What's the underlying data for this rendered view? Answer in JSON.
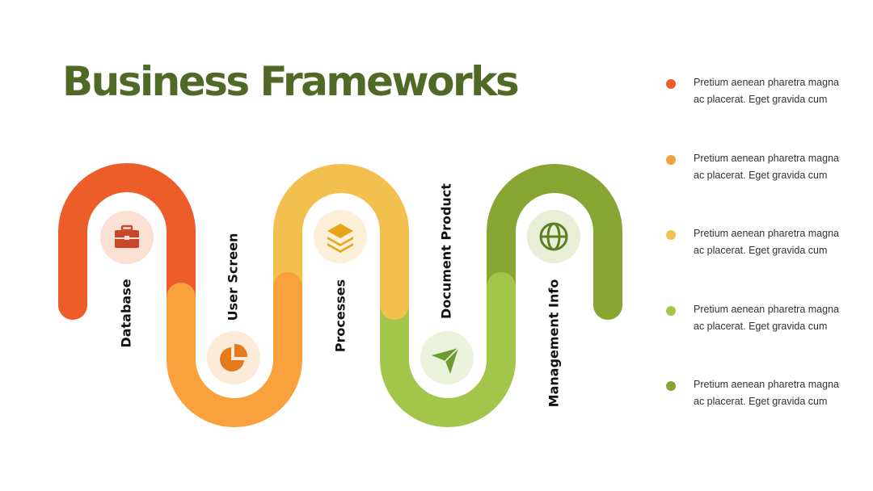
{
  "title": "Business Frameworks",
  "steps": [
    {
      "label": "Database",
      "icon": "briefcase-icon",
      "color": "#ec5d2a"
    },
    {
      "label": "User Screen",
      "icon": "pie-chart-icon",
      "color": "#f9a13c"
    },
    {
      "label": "Processes",
      "icon": "layers-icon",
      "color": "#f3c050"
    },
    {
      "label": "Document Product",
      "icon": "send-icon",
      "color": "#a2c64a"
    },
    {
      "label": "Management Info",
      "icon": "globe-icon",
      "color": "#86a532"
    }
  ],
  "bullets": [
    {
      "text": "Pretium aenean pharetra magna ac placerat. Eget gravida cum",
      "color": "#ec5d2a"
    },
    {
      "text": "Pretium aenean pharetra magna ac placerat. Eget gravida cum",
      "color": "#f59e42"
    },
    {
      "text": "Pretium aenean pharetra magna ac placerat. Eget gravida cum",
      "color": "#f3c050"
    },
    {
      "text": "Pretium aenean pharetra magna ac placerat. Eget gravida cum",
      "color": "#a2c64a"
    },
    {
      "text": "Pretium aenean pharetra magna ac placerat. Eget gravida cum",
      "color": "#86a532"
    }
  ]
}
